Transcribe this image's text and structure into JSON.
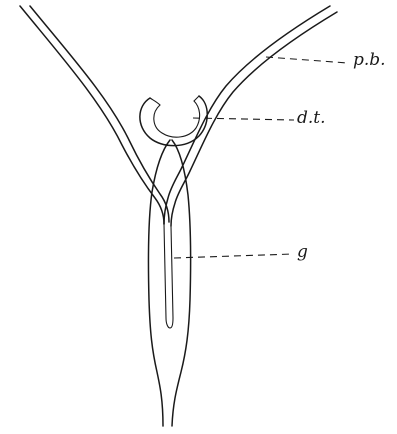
{
  "figure": {
    "labels": {
      "pb": "p.b.",
      "dt": "d.t.",
      "g": "g"
    }
  }
}
